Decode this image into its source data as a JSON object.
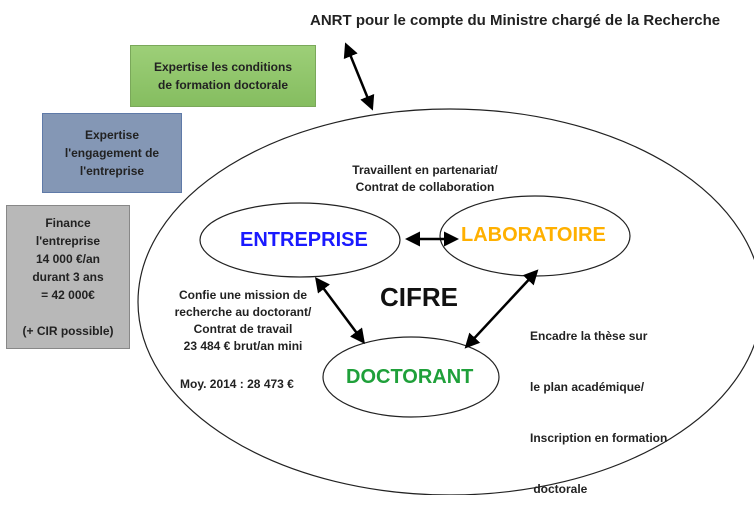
{
  "title": "ANRT pour le compte du Ministre chargé de la Recherche",
  "boxes": {
    "green": {
      "lines": [
        "Expertise les conditions",
        "de formation doctorale"
      ],
      "color": "#8fc46a"
    },
    "blue": {
      "lines": [
        "Expertise",
        "l'engagement de",
        "l'entreprise"
      ],
      "color": "#8497b5"
    },
    "gray": {
      "lines": [
        "Finance",
        "l'entreprise",
        "14 000 €/an",
        "durant 3 ans",
        "= 42 000€",
        "",
        "(+ CIR possible)"
      ],
      "color": "#b8b8b8"
    }
  },
  "center_label": "CIFRE",
  "nodes": {
    "entreprise": {
      "label": "ENTREPRISE",
      "color": "#1a1aff"
    },
    "laboratoire": {
      "label": "LABORATOIRE",
      "color": "#ffb000"
    },
    "doctorant": {
      "label": "DOCTORANT",
      "color": "#1fa03a"
    }
  },
  "relations": {
    "ent_lab": [
      "Travaillent en partenariat/",
      "Contrat de collaboration"
    ],
    "ent_doc": [
      "Confie une mission de",
      "recherche au doctorant/",
      "Contrat de travail",
      "23 484 € brut/an mini"
    ],
    "ent_doc_avg": "Moy. 2014 : 28 473 €",
    "lab_doc": [
      "Encadre la thèse sur",
      "le plan académique/",
      "Inscription en formation",
      " doctorale"
    ]
  }
}
